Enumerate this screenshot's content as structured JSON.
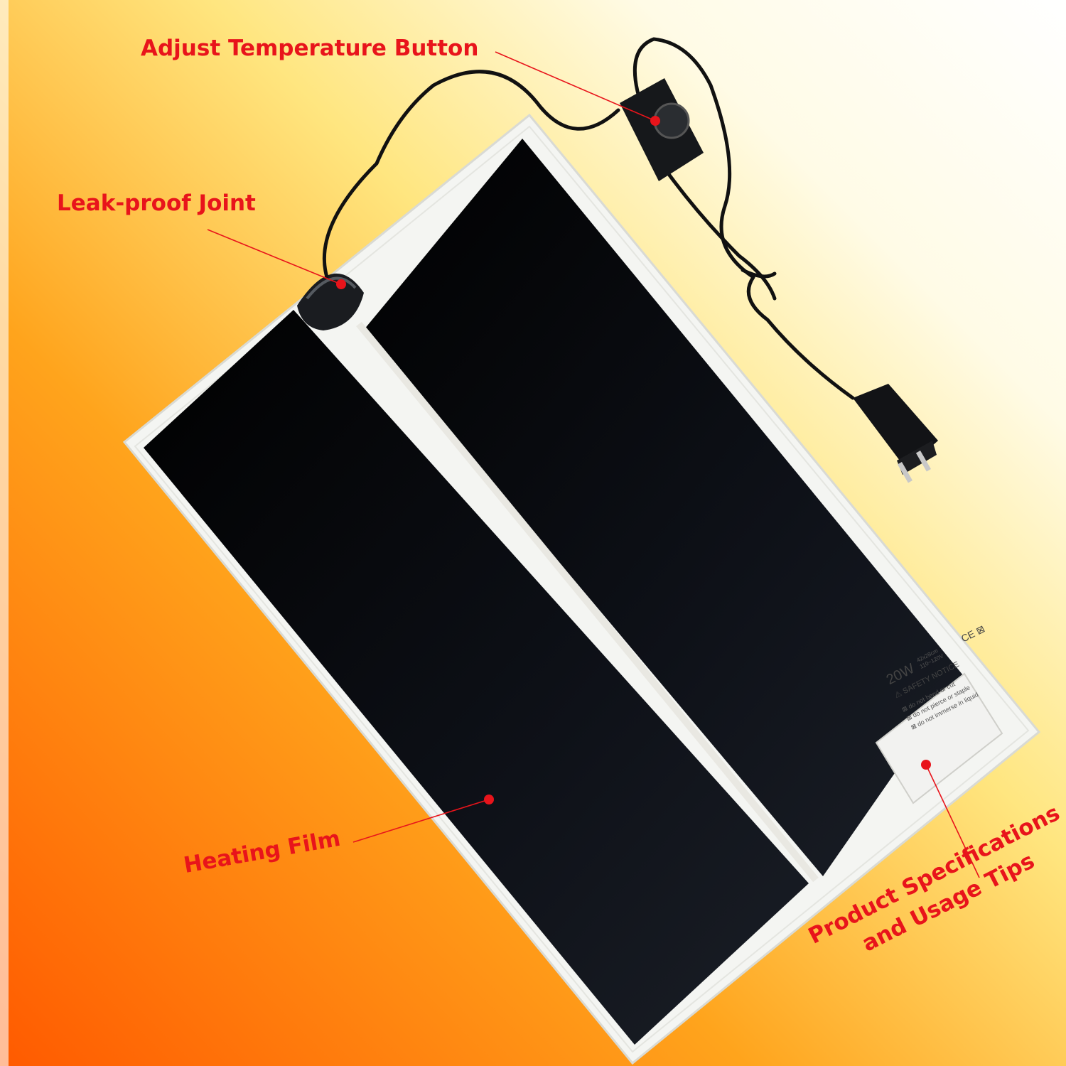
{
  "callouts": {
    "adjust_temperature": "Adjust Temperature Button",
    "leak_proof": "Leak-proof Joint",
    "heating_film": "Heating Film",
    "specs_line1": "Product Specifications",
    "specs_line2": "and Usage Tips"
  },
  "sticker": {
    "wattage": "20W",
    "size_line1": "42x28cm",
    "size_line2": "110~120V",
    "marks": "CE ⊠",
    "notice": "⚠ SAFETY NOTICE",
    "tip1": "⊠ do not bend or cut",
    "tip2": "⊠ do not pierce or staple",
    "tip3": "⊠ do not immerse in liquid"
  },
  "colors": {
    "callout_red": "#e8141b",
    "panel_black": "#0b0d12",
    "frame_white": "#f4f5f2",
    "background_orange": "#ff6a00",
    "background_yellow": "#ffe77a"
  }
}
